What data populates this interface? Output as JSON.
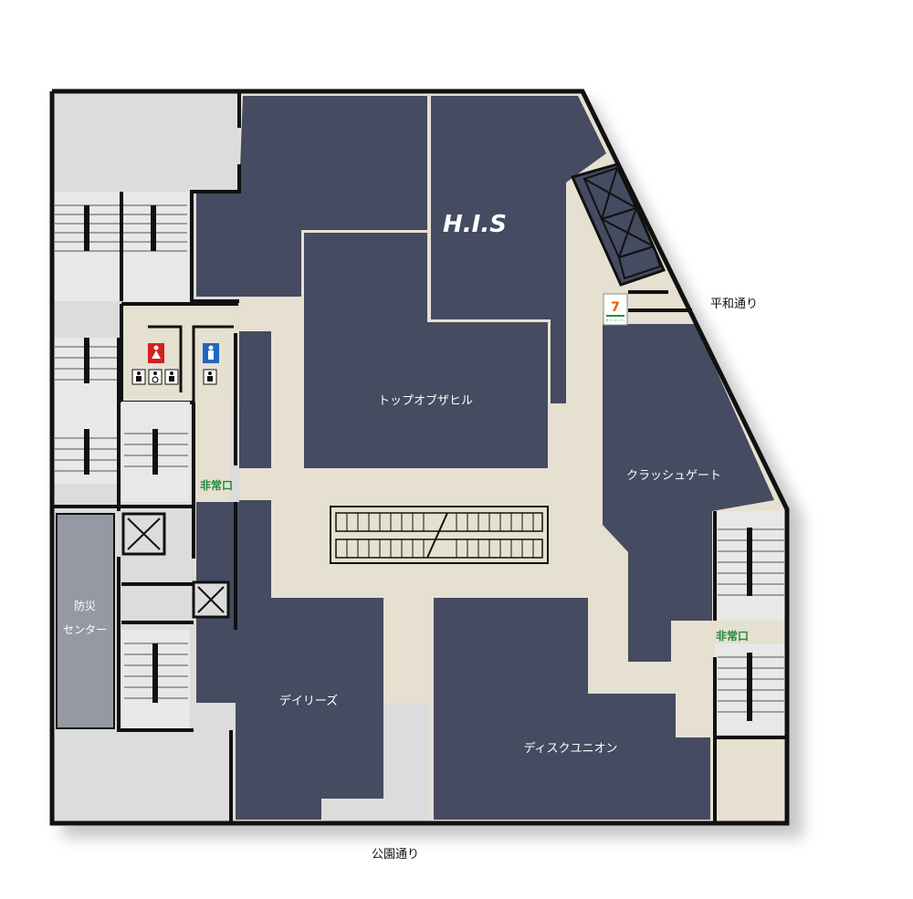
{
  "stores": {
    "top_of_the_hill": "トップオブザヒル",
    "crash_gate": "クラッシュゲート",
    "dailies": "デイリーズ",
    "disk_union": "ディスクユニオン",
    "his_logo": "H.I.S"
  },
  "facilities": {
    "disaster_center_line1": "防災",
    "disaster_center_line2": "センター",
    "convenience_store_logo": "セブンイレブン"
  },
  "exits": {
    "west": "非常口",
    "east": "非常口"
  },
  "streets": {
    "north_east": "平和通り",
    "south": "公園通り"
  },
  "colors": {
    "store_fill": "#454b60",
    "corridor": "#e6e0d0",
    "back_area": "#dcdcdc",
    "disaster_center": "#9599a4",
    "exit_text": "#1e8a3c",
    "wall": "#111111",
    "female_sign": "#d32020",
    "male_sign": "#1f66c4"
  },
  "icons": [
    "female-toilet-icon",
    "male-toilet-icon",
    "baby-care-icon",
    "nursing-room-icon",
    "multipurpose-toilet-icon",
    "elevator-icon",
    "stairs-icon",
    "escalator-icon"
  ]
}
